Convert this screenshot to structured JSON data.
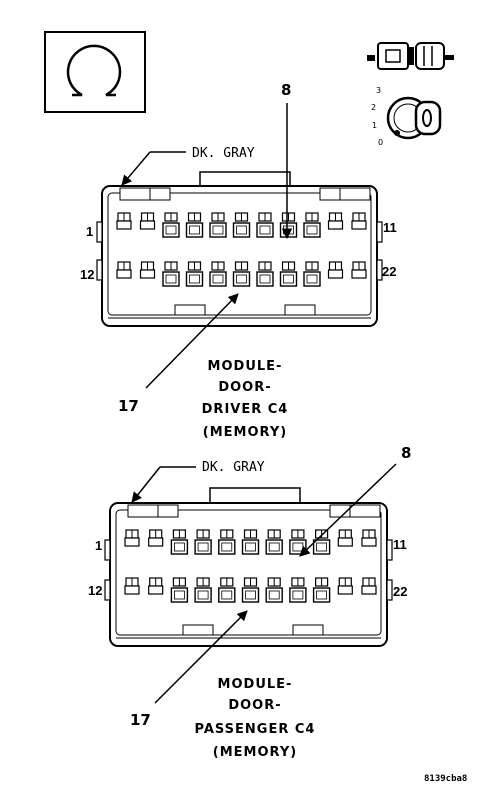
{
  "legend": {
    "icon": "omega-ground-symbol-icon"
  },
  "ignition": {
    "icon": "ignition-key-switch-icon",
    "positions": [
      "3",
      "2",
      "1",
      "0"
    ]
  },
  "connectors": [
    {
      "wire_label": "DK. GRAY",
      "pin_first_top": "1",
      "pin_last_top": "11",
      "pin_first_bottom": "12",
      "pin_last_bottom": "22",
      "callout_top": "8",
      "callout_bottom": "17",
      "title_lines": [
        "MODULE-",
        "DOOR-",
        "DRIVER C4",
        "(MEMORY)"
      ]
    },
    {
      "wire_label": "DK. GRAY",
      "pin_first_top": "1",
      "pin_last_top": "11",
      "pin_first_bottom": "12",
      "pin_last_bottom": "22",
      "callout_top": "8",
      "callout_bottom": "17",
      "title_lines": [
        "MODULE-",
        "DOOR-",
        "PASSENGER C4",
        "(MEMORY)"
      ]
    }
  ],
  "figure_code": "8139cba8"
}
